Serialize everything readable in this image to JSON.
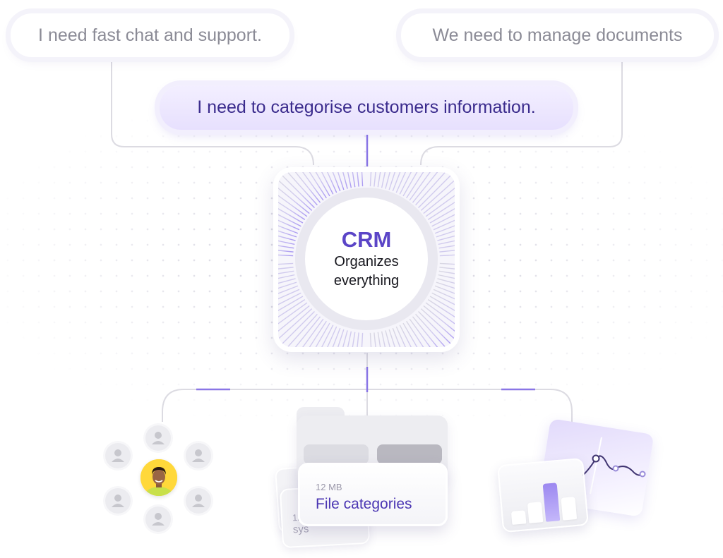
{
  "prompts": {
    "left": "I need fast chat and support.",
    "right": "We need to manage documents",
    "center": "I need to categorise customers information."
  },
  "crm": {
    "title": "CRM",
    "subtitle_line1": "Organizes",
    "subtitle_line2": "everything"
  },
  "file": {
    "size": "12 MB",
    "title": "File categories",
    "back_size": "12",
    "back_label": "sys"
  },
  "colors": {
    "accent": "#5b45c7",
    "accent_light": "#e7e0fe",
    "line": "#dcdbe2",
    "avatar_bg": "#ffd83a"
  },
  "chart": {
    "bars": [
      0.3,
      0.45,
      0.85,
      0.5
    ]
  }
}
